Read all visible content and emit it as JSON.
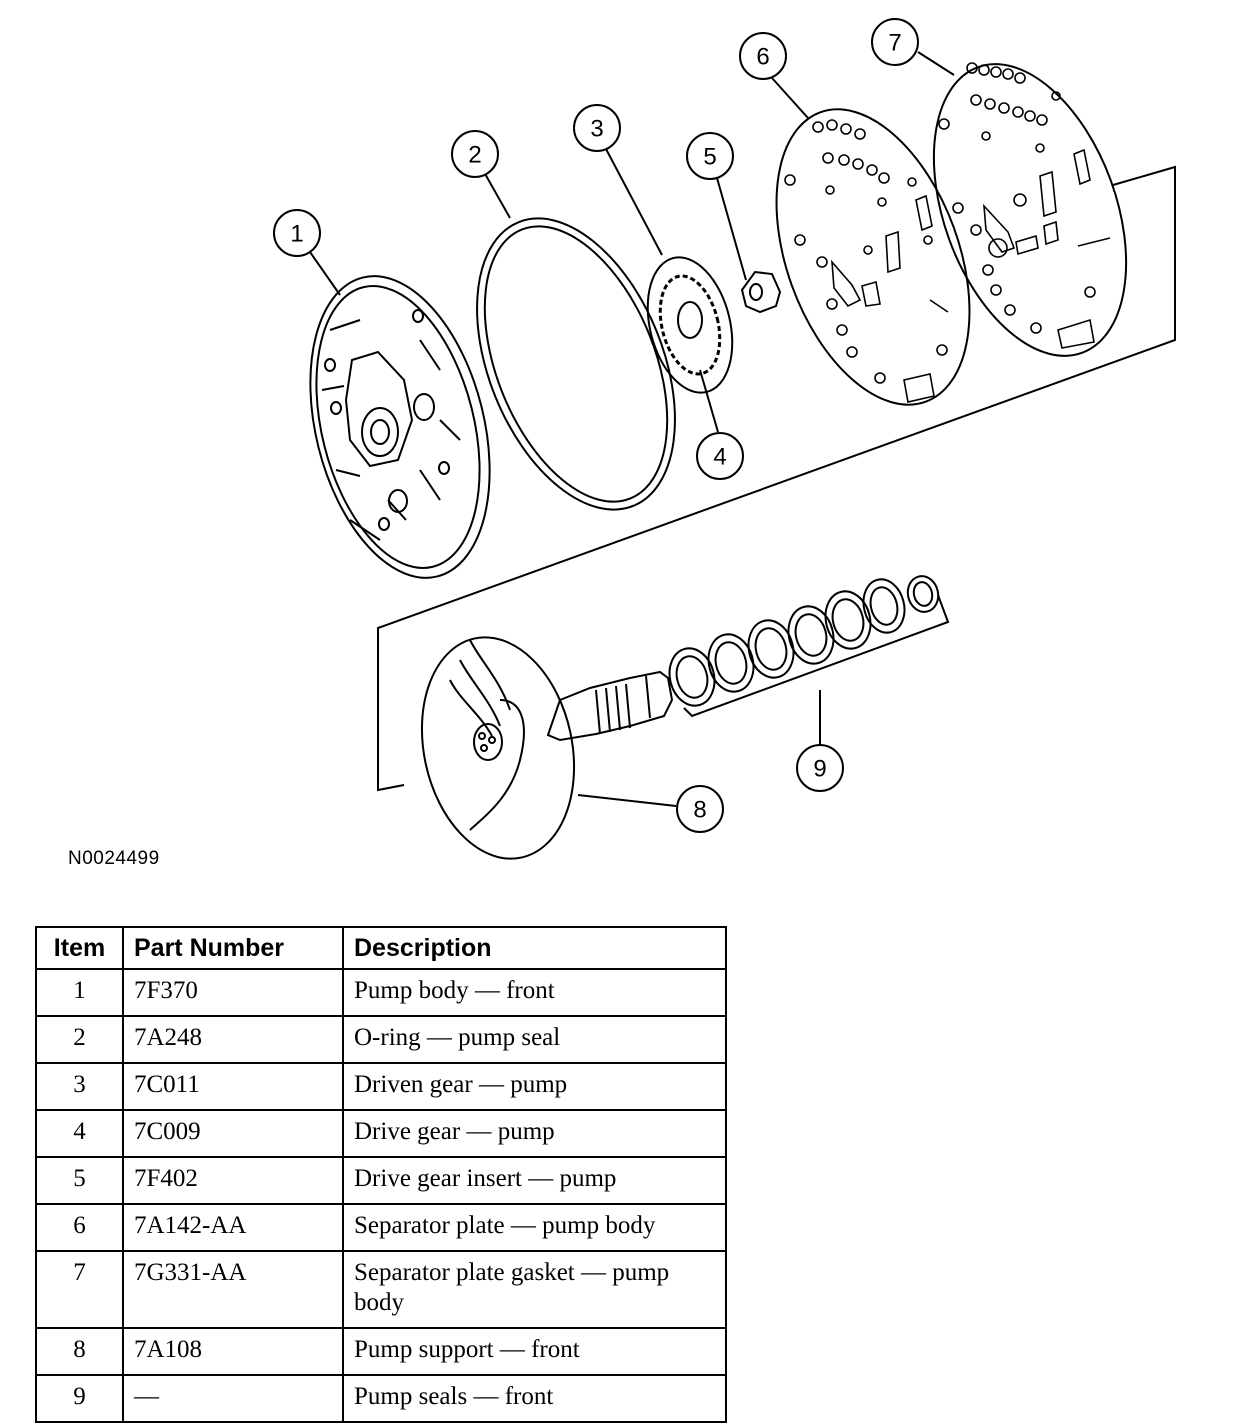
{
  "figure_id": "N0024499",
  "callouts": [
    "1",
    "2",
    "3",
    "4",
    "5",
    "6",
    "7",
    "8",
    "9"
  ],
  "table": {
    "headers": [
      "Item",
      "Part Number",
      "Description"
    ],
    "rows": [
      {
        "item": "1",
        "part": "7F370",
        "desc": "Pump body — front"
      },
      {
        "item": "2",
        "part": "7A248",
        "desc": "O-ring — pump seal"
      },
      {
        "item": "3",
        "part": "7C011",
        "desc": "Driven gear — pump"
      },
      {
        "item": "4",
        "part": "7C009",
        "desc": "Drive gear — pump"
      },
      {
        "item": "5",
        "part": "7F402",
        "desc": "Drive gear insert — pump"
      },
      {
        "item": "6",
        "part": "7A142-AA",
        "desc": "Separator plate — pump body"
      },
      {
        "item": "7",
        "part": "7G331-AA",
        "desc": "Separator plate gasket — pump body"
      },
      {
        "item": "8",
        "part": "7A108",
        "desc": "Pump support — front"
      },
      {
        "item": "9",
        "part": "—",
        "desc": "Pump seals — front"
      }
    ]
  }
}
